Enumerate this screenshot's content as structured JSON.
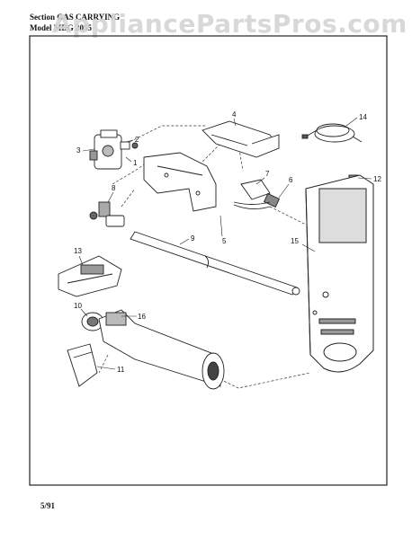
{
  "header": {
    "line1": "Section GAS CARRYING",
    "line2": "Model MDG 2055"
  },
  "watermark": "AppliancePartsPros.com",
  "footer": {
    "date": "5/91"
  },
  "callouts": [
    "1",
    "2",
    "3",
    "4",
    "5",
    "6",
    "7",
    "8",
    "9",
    "10",
    "11",
    "12",
    "13",
    "14",
    "15",
    "16"
  ]
}
